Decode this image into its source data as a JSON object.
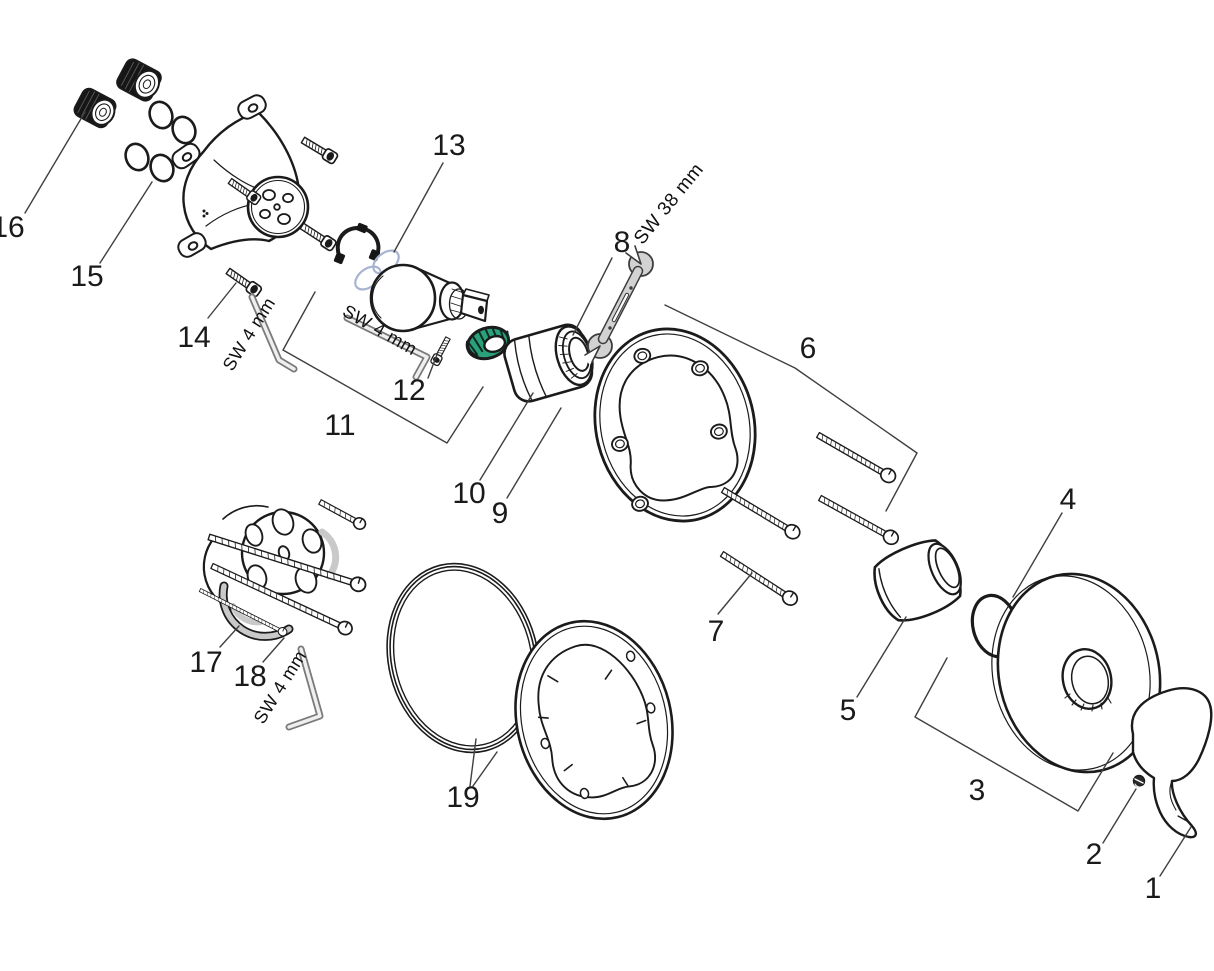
{
  "diagram": {
    "type": "exploded-parts-diagram",
    "background": "#ffffff",
    "colors": {
      "outline": "#1b1b1b",
      "leader_line": "#3f3f3f",
      "tool_gray": "#d2d2d2",
      "accent_green": "#2ba17b",
      "clip_blue": "#a7b3d1",
      "shade_gray": "#c9c9c9"
    },
    "part_labels": [
      {
        "num": "1"
      },
      {
        "num": "2"
      },
      {
        "num": "3"
      },
      {
        "num": "4"
      },
      {
        "num": "5"
      },
      {
        "num": "6"
      },
      {
        "num": "7"
      },
      {
        "num": "8"
      },
      {
        "num": "9"
      },
      {
        "num": "10"
      },
      {
        "num": "11"
      },
      {
        "num": "12"
      },
      {
        "num": "13"
      },
      {
        "num": "14"
      },
      {
        "num": "15"
      },
      {
        "num": "16"
      },
      {
        "num": "17"
      },
      {
        "num": "18"
      },
      {
        "num": "19"
      }
    ],
    "tool_annotations": [
      {
        "id": "wrench-size-left",
        "text": "SW 4 mm"
      },
      {
        "id": "wrench-size-mid",
        "text": "SW 4 mm"
      },
      {
        "id": "wrench-size-38",
        "text": "SW 38 mm"
      },
      {
        "id": "wrench-size-bottom",
        "text": "SW 4 mm"
      }
    ]
  }
}
